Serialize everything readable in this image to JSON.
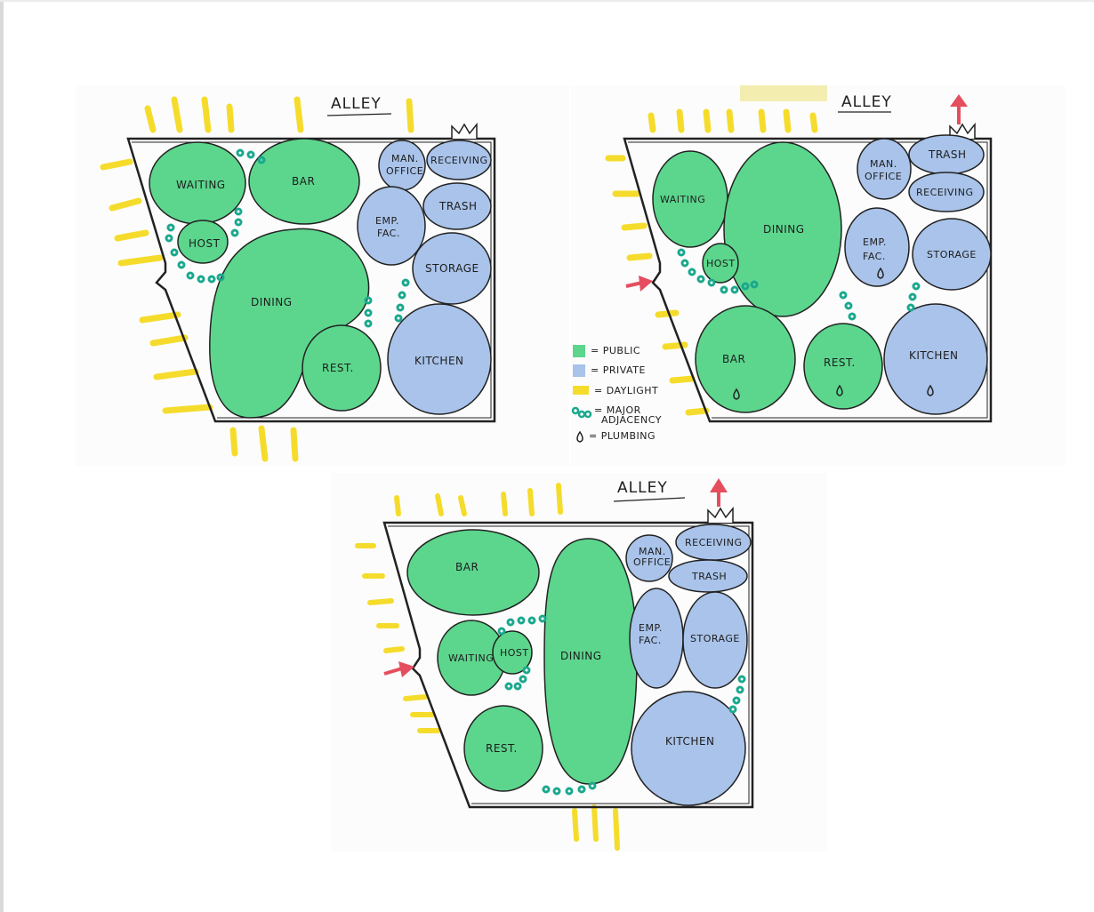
{
  "colors": {
    "public": "#5cd68d",
    "private": "#a9c3ea",
    "daylight": "#f5dc2c",
    "adjacency": "#1aa88d",
    "arrow": "#e54e5e",
    "wall": "#222222"
  },
  "legend": {
    "public": "= PUBLIC",
    "private": "= PRIVATE",
    "daylight": "= DAYLIGHT",
    "adjacency_line1": "= MAJOR",
    "adjacency_line2": "ADJACENCY",
    "plumbing": "= PLUMBING"
  },
  "diagrams": [
    {
      "alley": "ALLEY",
      "rooms": {
        "waiting": "WAITING",
        "bar": "BAR",
        "man_office_1": "MAN.",
        "man_office_2": "OFFICE",
        "receiving": "RECEIVING",
        "host": "HOST",
        "emp_fac_1": "EMP.",
        "emp_fac_2": "FAC.",
        "trash": "TRASH",
        "storage": "STORAGE",
        "dining": "DINING",
        "rest": "REST.",
        "kitchen": "KITCHEN"
      }
    },
    {
      "alley": "ALLEY",
      "rooms": {
        "waiting": "WAITING",
        "dining": "DINING",
        "man_office_1": "MAN.",
        "man_office_2": "OFFICE",
        "trash": "TRASH",
        "receiving": "RECEIVING",
        "host": "HOST",
        "emp_fac_1": "EMP.",
        "emp_fac_2": "FAC.",
        "storage": "STORAGE",
        "bar": "BAR",
        "rest": "REST.",
        "kitchen": "KITCHEN"
      }
    },
    {
      "alley": "ALLEY",
      "rooms": {
        "bar": "BAR",
        "man_office_1": "MAN.",
        "man_office_2": "OFFICE",
        "receiving": "RECEIVING",
        "trash": "TRASH",
        "waiting": "WAITING",
        "host": "HOST",
        "dining": "DINING",
        "emp_fac_1": "EMP.",
        "emp_fac_2": "FAC.",
        "storage": "STORAGE",
        "rest": "REST.",
        "kitchen": "KITCHEN"
      }
    }
  ]
}
